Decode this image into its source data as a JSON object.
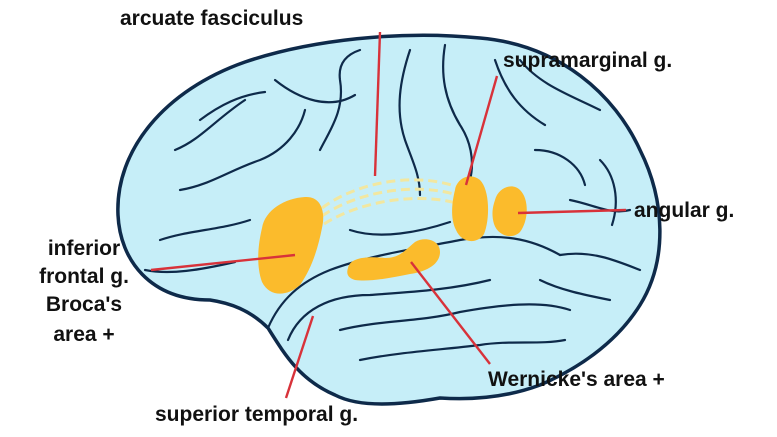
{
  "colors": {
    "brain_fill": "#c6eef8",
    "outline": "#0e2a4a",
    "region_fill": "#fbbb2c",
    "leader_line": "#d8323a",
    "fasciculus": "#f2e7a0",
    "label_text": "#111111"
  },
  "labels": {
    "arcuate": "arcuate fasciculus",
    "supramarginal": "supramarginal g.",
    "angular": "angular g.",
    "inferior_line1": "inferior",
    "inferior_line2": "frontal g.",
    "broca_line1": "Broca's",
    "broca_line2": "area +",
    "wernicke": "Wernicke's area +",
    "superior_temporal": "superior temporal g."
  }
}
